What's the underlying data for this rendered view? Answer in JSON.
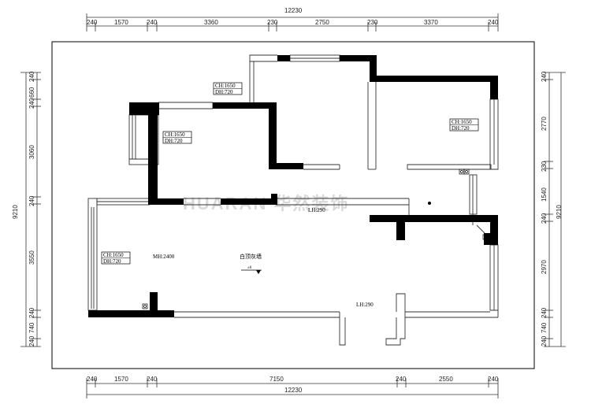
{
  "dimensions": {
    "top_total": "12230",
    "top_segments": [
      "240",
      "1570",
      "240",
      "3360",
      "230",
      "2750",
      "230",
      "3370",
      "240"
    ],
    "bottom_segments": [
      "240",
      "1570",
      "240",
      "7150",
      "240",
      "2550",
      "240"
    ],
    "bottom_total": "12230",
    "left_total": "9210",
    "left_segments": [
      "240",
      "660",
      "240",
      "3060",
      "240",
      "3550",
      "240",
      "740",
      "240"
    ],
    "right_total": "9210",
    "right_segments": [
      "240",
      "2770",
      "230",
      "1540",
      "240",
      "2970",
      "240",
      "740",
      "240"
    ]
  },
  "window_tags": [
    {
      "ch": "CH:1650",
      "dh": "DH:720"
    },
    {
      "ch": "CH:1650",
      "dh": "DH:720"
    },
    {
      "ch": "CH:1650",
      "dh": "DH:720"
    },
    {
      "ch": "CH:1650",
      "dh": "DH:720"
    }
  ],
  "labels": {
    "mh": "MH:2400",
    "room": "白顶灰墙",
    "lh_upper": "LH:290",
    "lh_lower": "LH:290",
    "level_mark": "±0",
    "watermark": "HUARAN 华然装饰"
  },
  "colors": {
    "wall": "#000000",
    "line": "#333333",
    "frame": "#000000"
  }
}
